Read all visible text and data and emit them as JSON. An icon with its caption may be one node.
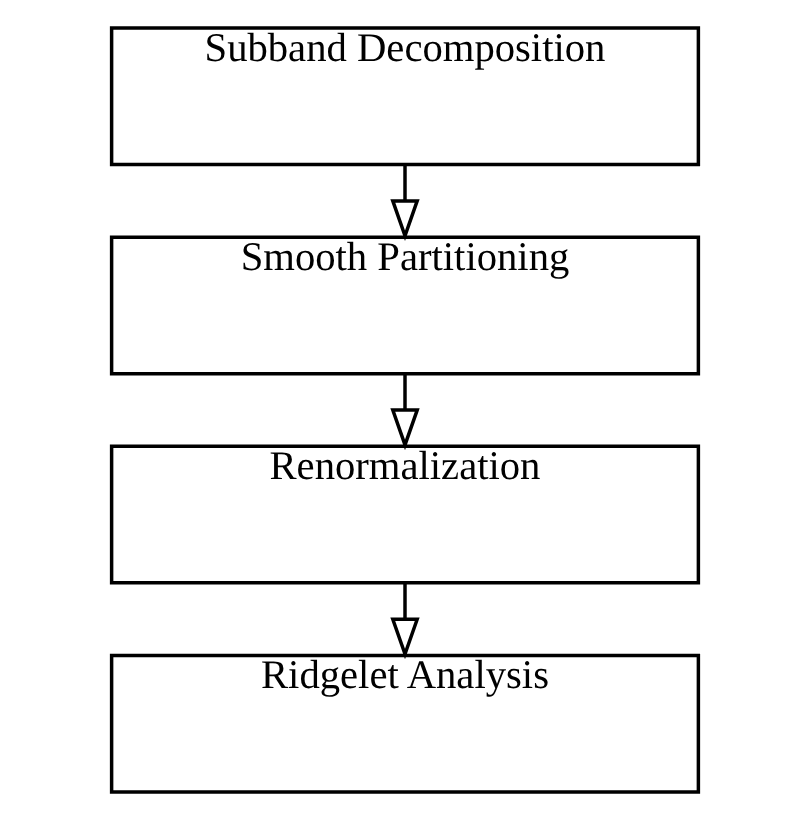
{
  "diagram": {
    "nodes": [
      {
        "text": [
          "Subband Decomposition"
        ]
      },
      {
        "text": [
          "Smooth Partitioning"
        ]
      },
      {
        "text": [
          "Renormalization"
        ]
      },
      {
        "text": [
          "Ridgelet Analysis"
        ]
      }
    ],
    "edges": [
      {
        "from": 0,
        "to": 1,
        "arrow": "to"
      },
      {
        "from": 1,
        "to": 2,
        "arrow": "to"
      },
      {
        "from": 2,
        "to": 3,
        "arrow": "to"
      }
    ]
  }
}
